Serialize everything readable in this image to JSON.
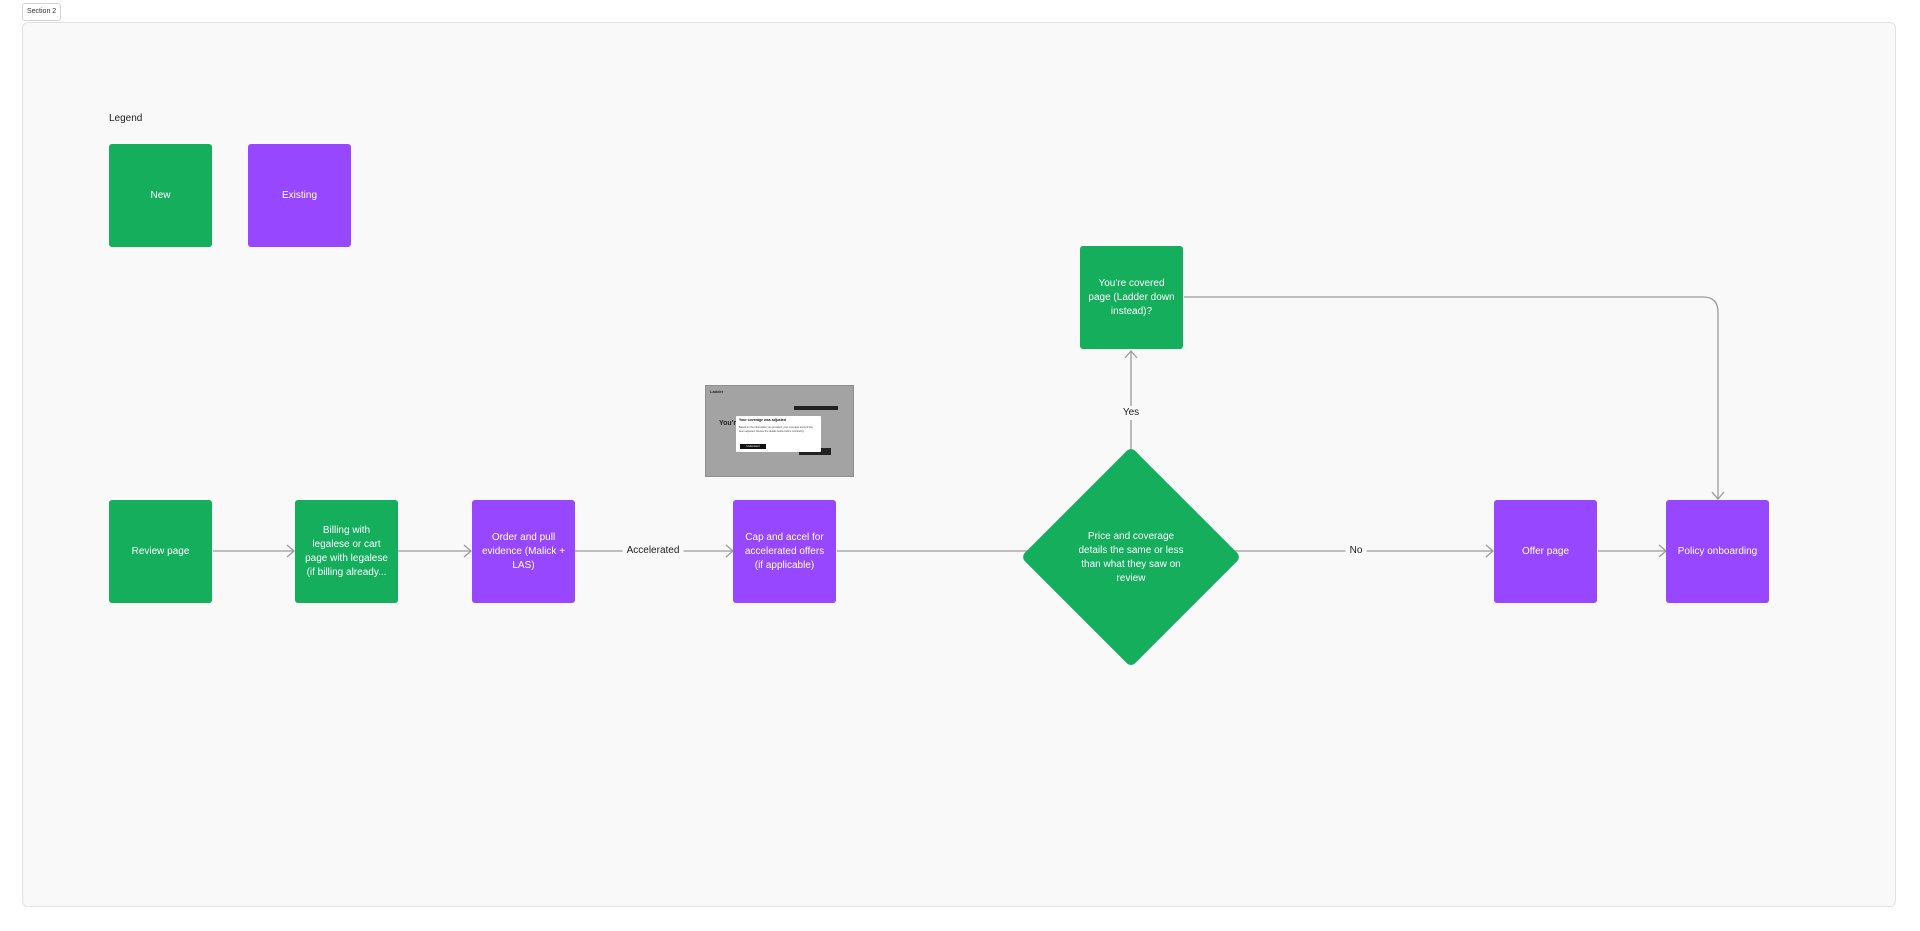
{
  "section": {
    "label": "Section 2"
  },
  "legend": {
    "title": "Legend",
    "items": [
      {
        "label": "New",
        "color": "#14ae5c"
      },
      {
        "label": "Existing",
        "color": "#9747ff"
      }
    ]
  },
  "colors": {
    "new": "#14ae5c",
    "existing": "#9747ff",
    "connector": "#9b9b9b",
    "canvas": "#f9f9f9"
  },
  "nodes": {
    "review": "Review page",
    "billing": "Billing with legalese or cart page with legalese (if billing already...",
    "order": "Order and pull evidence (Malick + LAS)",
    "cap": "Cap and accel for accelerated offers (if applicable)",
    "decision": "Price and coverage details the same or less than what they saw on review",
    "covered": "You're covered page (Ladder down instead)?",
    "offer": "Offer page",
    "onboarding": "Policy onboarding"
  },
  "edges": {
    "accelerated": "Accelerated",
    "yes": "Yes",
    "no": "No"
  },
  "thumbnail": {
    "brand": "Ladder",
    "heading": "You'r",
    "modal_title": "Your coverage was adjusted",
    "modal_body": "Based on the information you provided, your coverage amount has been adjusted. Review the details below before continuing.",
    "button": "Understood"
  }
}
